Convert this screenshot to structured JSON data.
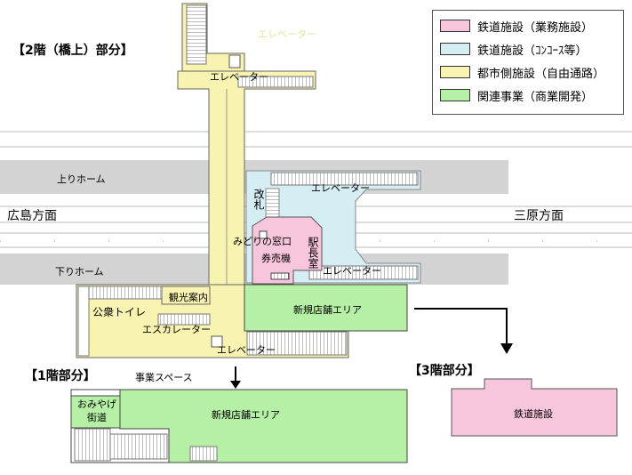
{
  "colors": {
    "business": "#f7c6dc",
    "concourse": "#d4eef4",
    "city": "#f8f3b0",
    "commercial": "#b6f0a6",
    "platform": "#d3d3d3"
  },
  "legend": [
    {
      "label": "鉄道施設（業務施設）",
      "color": "#f7c6dc"
    },
    {
      "label": "鉄道施設（ｺﾝｺｰｽ等）",
      "color": "#d4eef4"
    },
    {
      "label": "都市側施設（自由通路）",
      "color": "#f8f3b0"
    },
    {
      "label": "関連事業（商業開発）",
      "color": "#b6f0a6"
    }
  ],
  "section_titles": {
    "floor2": "【2階（橋上）部分】",
    "floor1": "【1階部分】",
    "floor3": "【3階部分】"
  },
  "platforms": {
    "up": "上りホーム",
    "down": "下りホーム"
  },
  "directions": {
    "hiroshima": "広島方面",
    "mihara": "三原方面"
  },
  "labels": {
    "elevator_top_faint": "エレベーター",
    "elevator_north": "エレベーター",
    "elevator_concourse": "エレベーター",
    "ticket_gate": "改札",
    "midori": "みどりの窓口",
    "ticket_machine": "券売機",
    "stationmaster": "駅長室",
    "elevator_south": "エレベーター",
    "tourist_info": "観光案内",
    "toilet": "公衆トイレ",
    "escalator": "エスカレーター",
    "elevator_bottom": "エレベーター",
    "new_shops_2f": "新規店舗エリア",
    "business_space": "事業スペース",
    "omiyage": "おみやげ街道",
    "new_shops_1f": "新規店舗エリア",
    "rail_facility_3f": "鉄道施設"
  }
}
